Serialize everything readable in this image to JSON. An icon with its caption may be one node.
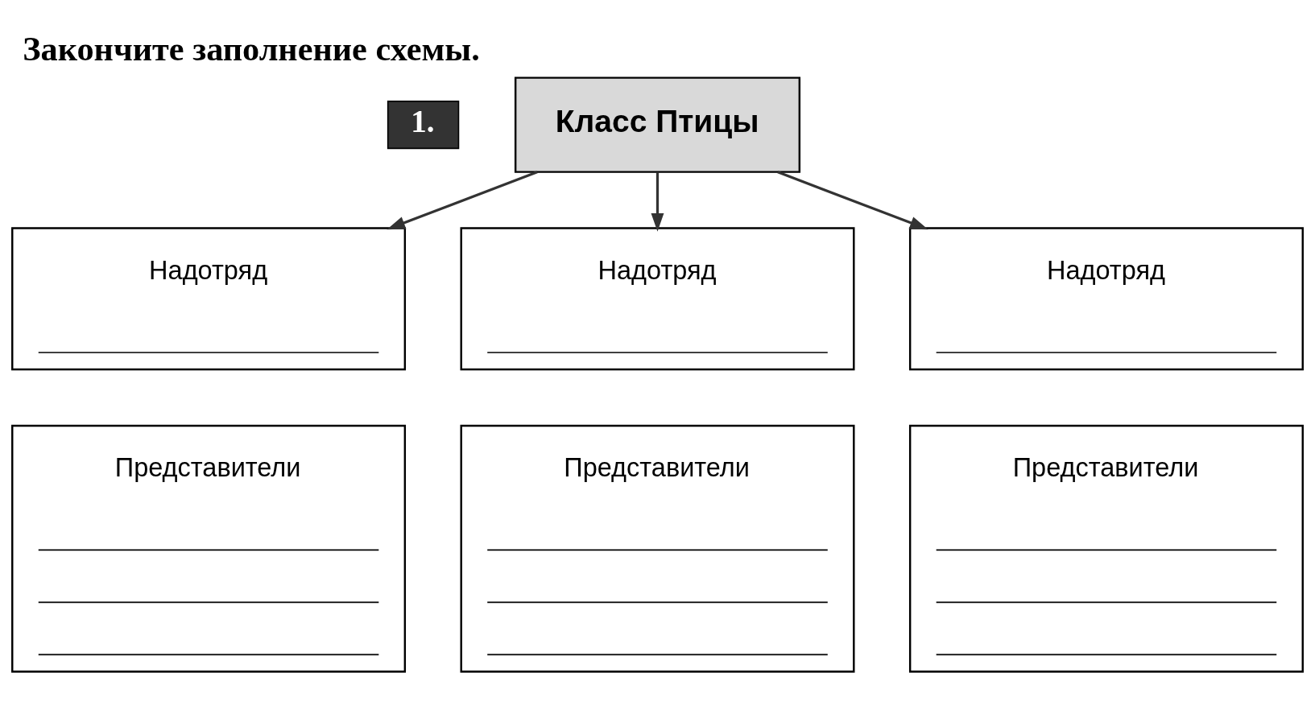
{
  "diagram": {
    "title": "Закончите заполнение схемы.",
    "nodes": [
      {
        "text": [
          "Класс Птицы"
        ]
      },
      {
        "text": [
          "Надотряд"
        ]
      },
      {
        "text": [
          "Надотряд"
        ]
      },
      {
        "text": [
          "Надотряд"
        ]
      },
      {
        "text": [
          "Представители"
        ]
      },
      {
        "text": [
          "Представители"
        ]
      },
      {
        "text": [
          "Представители"
        ]
      }
    ],
    "edges": [
      {
        "from": 0,
        "to": 1,
        "arrow": "to"
      },
      {
        "from": 0,
        "to": 2,
        "arrow": "to"
      },
      {
        "from": 0,
        "to": 3,
        "arrow": "to"
      }
    ],
    "labels": [
      "1."
    ]
  }
}
